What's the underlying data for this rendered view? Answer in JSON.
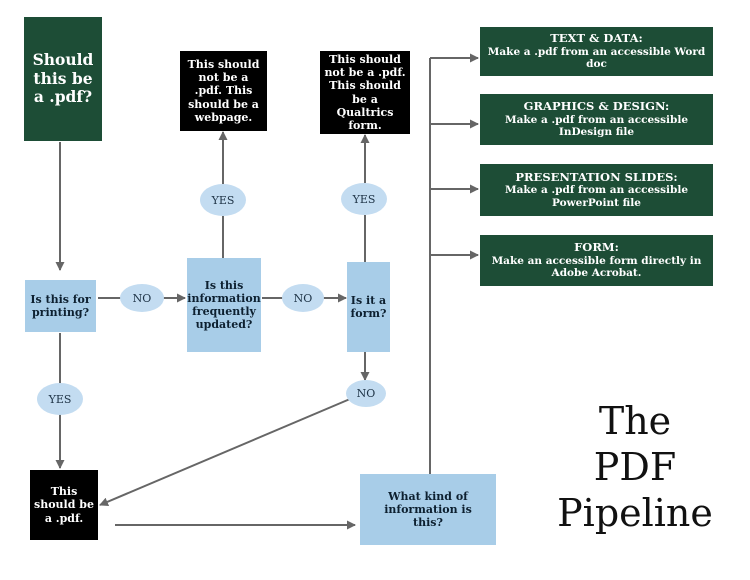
{
  "start": {
    "text": "Should this be a .pdf?"
  },
  "printing_q": {
    "text": "Is this for printing?"
  },
  "updated_q": {
    "text": "Is this information frequently updated?"
  },
  "form_q": {
    "text": "Is it a form?"
  },
  "kind_q": {
    "text": "What kind of information is this?"
  },
  "result_pdf": {
    "text": "This should be a .pdf."
  },
  "result_webpage": {
    "text": "This should not be a .pdf. This should be a webpage."
  },
  "result_qualtrics": {
    "text": "This should not be a .pdf. This should be a Qualtrics form."
  },
  "labels": {
    "yes": "YES",
    "no": "NO"
  },
  "categories": [
    {
      "title": "TEXT & DATA:",
      "desc": "Make a .pdf from an accessible Word doc"
    },
    {
      "title": "GRAPHICS & DESIGN:",
      "desc": "Make a .pdf from an accessible InDesign file"
    },
    {
      "title": "PRESENTATION SLIDES:",
      "desc": "Make a .pdf from an accessible PowerPoint file"
    },
    {
      "title": "FORM:",
      "desc": "Make an accessible form directly in Adobe Acrobat."
    }
  ],
  "page_title": {
    "line1": "The",
    "line2": "PDF",
    "line3": "Pipeline"
  },
  "colors": {
    "green": "#1d4d36",
    "black": "#000000",
    "blue": "#a8cde8",
    "oval": "#c3dcf1",
    "arrow": "#666666"
  }
}
